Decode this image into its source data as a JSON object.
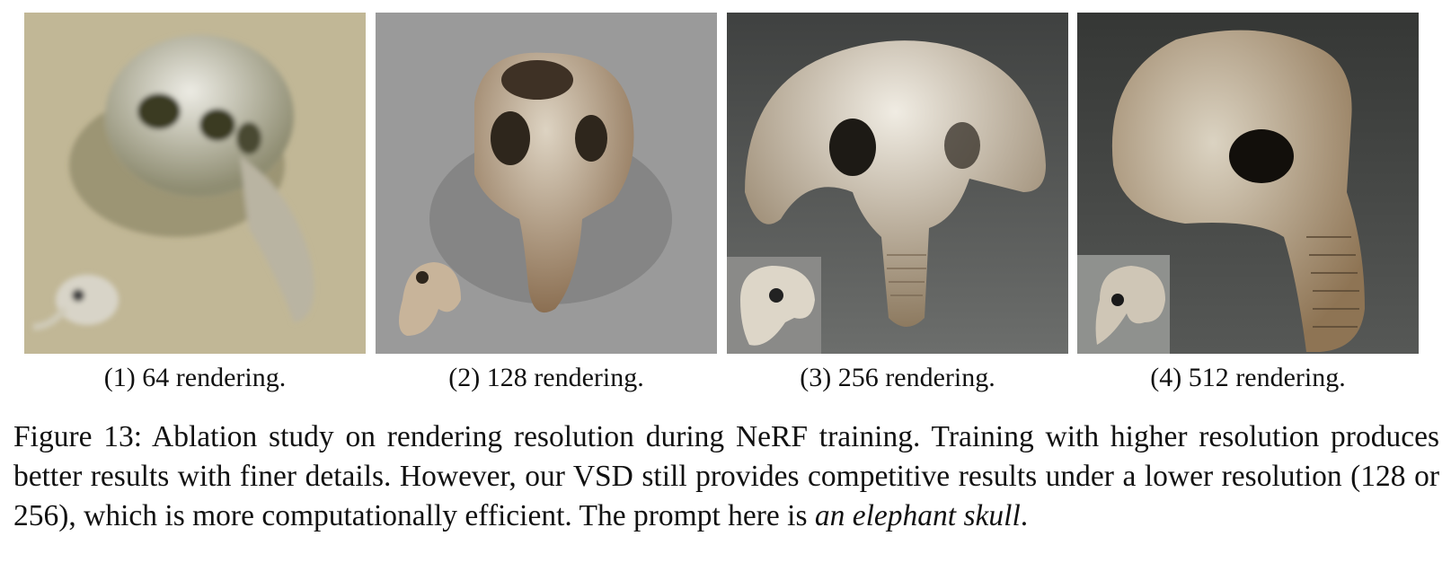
{
  "panels": [
    {
      "label": "(1) 64 rendering.",
      "bg": "#c1b796",
      "skull": "#c9c2b0"
    },
    {
      "label": "(2) 128 rendering.",
      "bg": "#9a9a9a",
      "skull": "#b8a58a"
    },
    {
      "label": "(3) 256 rendering.",
      "bg": "#5a5d5b",
      "skull": "#c8bfae"
    },
    {
      "label": "(4) 512 rendering.",
      "bg": "#3e403e",
      "skull": "#b9ab94"
    }
  ],
  "caption": {
    "lead": "Figure 13:  Ablation study on rendering resolution during NeRF training.  Training with higher resolution produces better results with finer details. However, our VSD still provides competitive results under a lower resolution (128 or 256), which is more computationally efficient. The prompt here is ",
    "prompt": "an elephant skull",
    "end": "."
  }
}
